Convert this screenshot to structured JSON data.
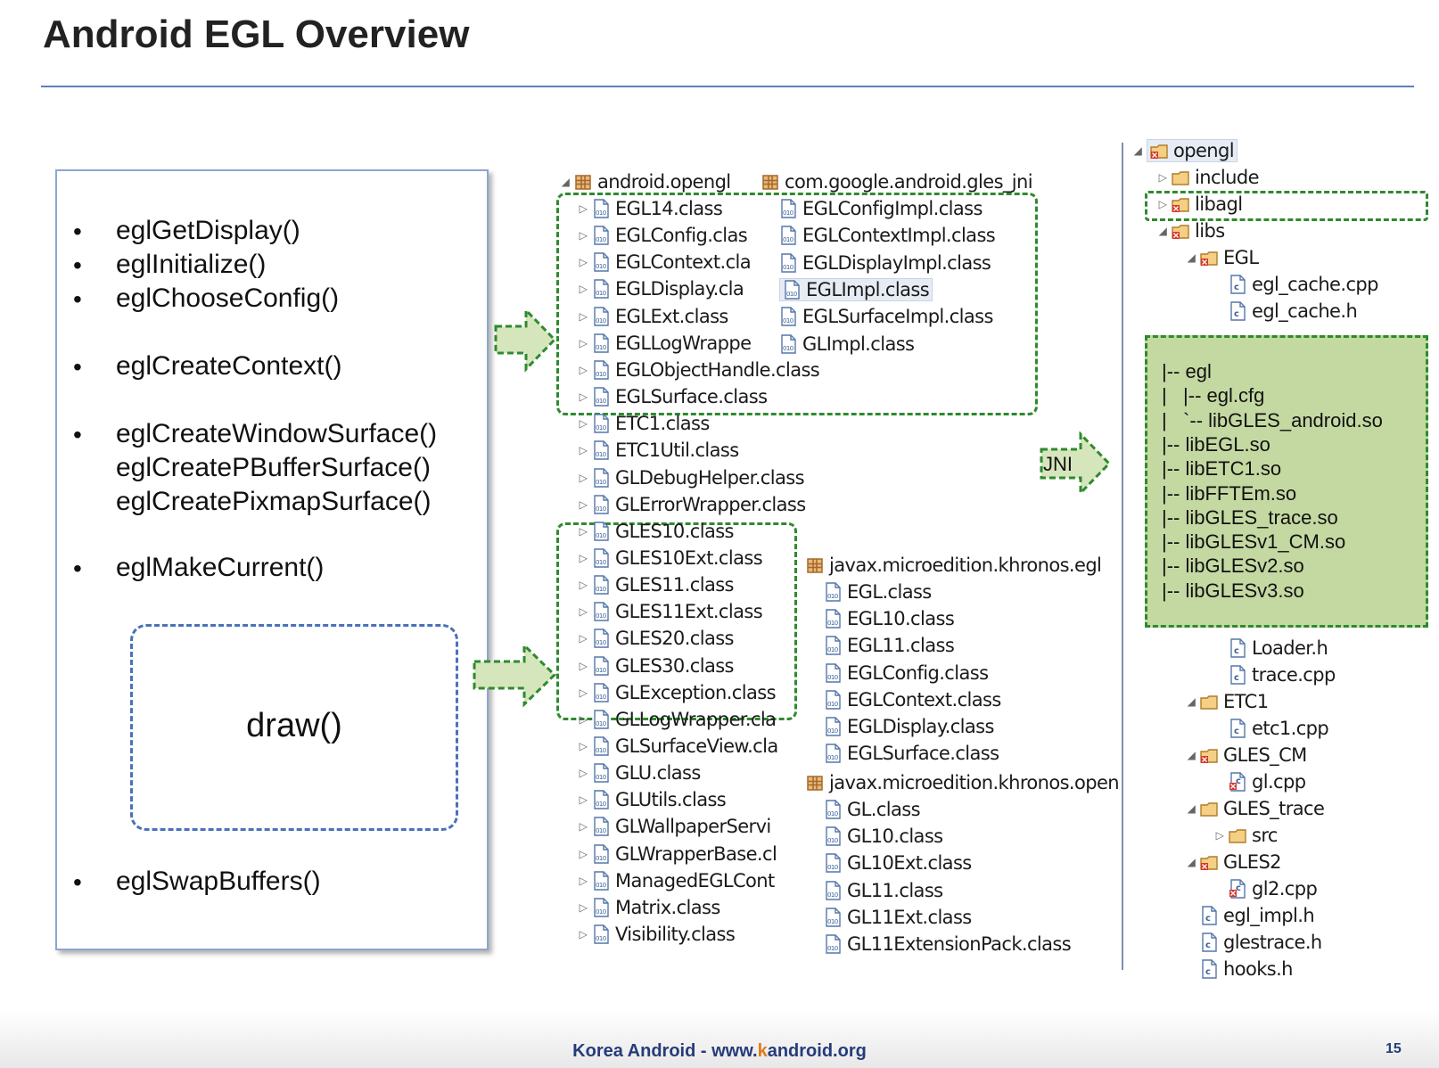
{
  "title": "Android EGL Overview",
  "api_calls": [
    "eglGetDisplay()",
    "eglInitialize()",
    "eglChooseConfig()",
    "eglCreateContext()",
    "eglCreateWindowSurface()",
    "eglCreatePBufferSurface()",
    "eglCreatePixmapSurface()",
    "eglMakeCurrent()",
    "eglSwapBuffers()"
  ],
  "draw_label": "draw()",
  "android_opengl": {
    "package": "android.opengl",
    "classes": [
      "EGL14.class",
      "EGLConfig.clas",
      "EGLContext.cla",
      "EGLDisplay.cla",
      "EGLExt.class",
      "EGLLogWrappe",
      "EGLObjectHandle.class",
      "EGLSurface.class",
      "ETC1.class",
      "ETC1Util.class",
      "GLDebugHelper.class",
      "GLErrorWrapper.class",
      "GLES10.class",
      "GLES10Ext.class",
      "GLES11.class",
      "GLES11Ext.class",
      "GLES20.class",
      "GLES30.class",
      "GLException.class",
      "GLLogWrapper.cla",
      "GLSurfaceView.cla",
      "GLU.class",
      "GLUtils.class",
      "GLWallpaperServi",
      "GLWrapperBase.cl",
      "ManagedEGLCont",
      "Matrix.class",
      "Visibility.class"
    ]
  },
  "gles_jni": {
    "package": "com.google.android.gles_jni",
    "classes": [
      "EGLConfigImpl.class",
      "EGLContextImpl.class",
      "EGLDisplayImpl.class",
      "EGLImpl.class",
      "EGLSurfaceImpl.class",
      "GLImpl.class"
    ],
    "highlighted": "EGLImpl.class"
  },
  "khronos_egl": {
    "package": "javax.microedition.khronos.egl",
    "classes": [
      "EGL.class",
      "EGL10.class",
      "EGL11.class",
      "EGLConfig.class",
      "EGLContext.class",
      "EGLDisplay.class",
      "EGLSurface.class"
    ]
  },
  "khronos_opengles": {
    "package": "javax.microedition.khronos.openg",
    "classes": [
      "GL.class",
      "GL10.class",
      "GL10Ext.class",
      "GL11.class",
      "GL11Ext.class",
      "GL11ExtensionPack.class"
    ]
  },
  "jni_label": "JNI",
  "native_tree": {
    "root": "opengl",
    "items": [
      "include",
      "libagl",
      "libs",
      "EGL",
      "egl_cache.cpp",
      "egl_cache.h",
      "Loader.h",
      "trace.cpp",
      "ETC1",
      "etc1.cpp",
      "GLES_CM",
      "gl.cpp",
      "GLES_trace",
      "src",
      "GLES2",
      "gl2.cpp",
      "egl_impl.h",
      "glestrace.h",
      "hooks.h"
    ]
  },
  "lib_listing": [
    "|-- egl",
    "|   |-- egl.cfg",
    "|   `-- libGLES_android.so",
    "|-- libEGL.so",
    "|-- libETC1.so",
    "|-- libFFTEm.so",
    "|-- libGLES_trace.so",
    "|-- libGLESv1_CM.so",
    "|-- libGLESv2.so",
    "|-- libGLESv3.so"
  ],
  "footer": {
    "prefix": "Korea Android - www.",
    "brand_k": "k",
    "brand_rest": "android.org",
    "page": "15"
  },
  "colors": {
    "title_rule": "#5b7fbf",
    "green_dash": "#2e8a2e",
    "green_fill": "#c4d9a2",
    "arrow_fill": "#d6e6bc",
    "blue_dash": "#4a72b8",
    "footer_text": "#253c7a",
    "footer_k": "#e07b1c"
  }
}
